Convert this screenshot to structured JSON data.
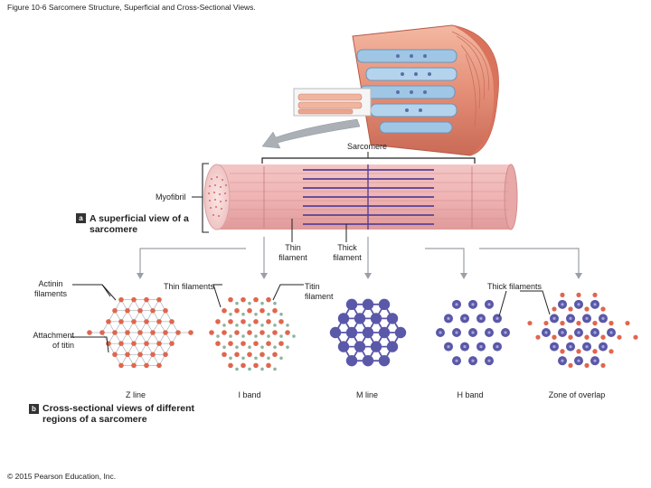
{
  "figure_title": "Figure 10-6 Sarcomere Structure, Superficial and Cross-Sectional Views.",
  "labels": {
    "sarcomere": "Sarcomere",
    "myofibril": "Myofibril",
    "thin_filament": "Thin filament",
    "thick_filament": "Thick filament",
    "actinin_filaments": "Actinin filaments",
    "thin_filaments": "Thin filaments",
    "titin_filament": "Titin filament",
    "thick_filaments": "Thick filaments",
    "attachment_of_titin": "Attachment of titin"
  },
  "panel_a": {
    "letter": "a",
    "caption": "A superficial view of a sarcomere"
  },
  "panel_b": {
    "letter": "b",
    "caption": "Cross-sectional views of different regions of a sarcomere"
  },
  "regions": [
    "Z line",
    "I band",
    "M line",
    "H band",
    "Zone of overlap"
  ],
  "copyright": "© 2015 Pearson Education, Inc.",
  "colors": {
    "thin_dot": "#e0664e",
    "thick_dot": "#5a58a8",
    "titin_dot": "#8bb59a",
    "myofibril_pink": "#ecaeae",
    "arrow_gray": "#aab0b6"
  }
}
